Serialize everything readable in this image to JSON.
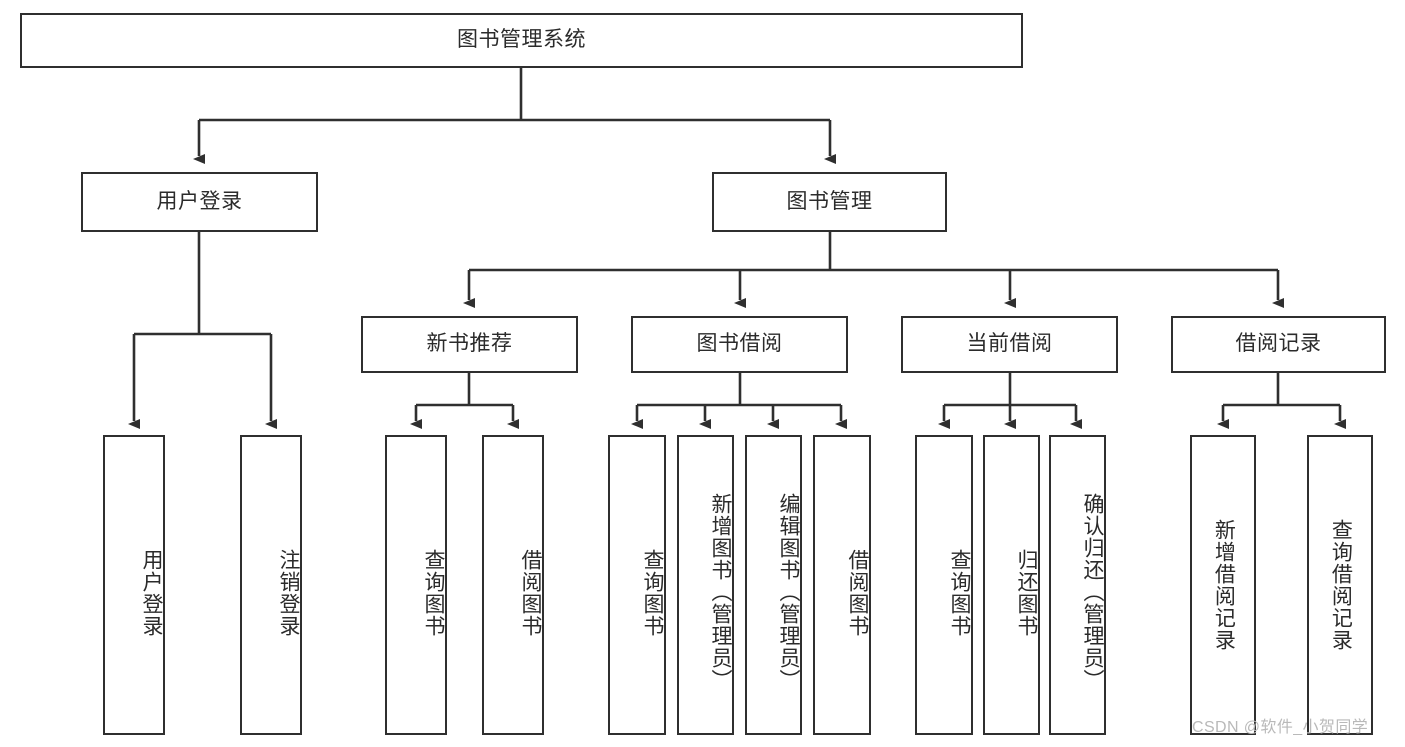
{
  "diagram": {
    "title": "图书管理系统",
    "type": "hierarchy-tree",
    "root": {
      "id": "root",
      "label": "图书管理系统"
    },
    "level1": [
      {
        "id": "user-login",
        "label": "用户登录"
      },
      {
        "id": "book-manage",
        "label": "图书管理"
      }
    ],
    "level2": [
      {
        "id": "new-book-rec",
        "label": "新书推荐",
        "parent": "book-manage"
      },
      {
        "id": "book-borrow",
        "label": "图书借阅",
        "parent": "book-manage"
      },
      {
        "id": "current-borrow",
        "label": "当前借阅",
        "parent": "book-manage"
      },
      {
        "id": "borrow-record",
        "label": "借阅记录",
        "parent": "book-manage"
      }
    ],
    "leaves": [
      {
        "id": "leaf-user-login",
        "label": "用户登录",
        "parent": "user-login"
      },
      {
        "id": "leaf-logout-login",
        "label": "注销登录",
        "parent": "user-login"
      },
      {
        "id": "leaf-query-book-1",
        "label": "查询图书",
        "parent": "new-book-rec"
      },
      {
        "id": "leaf-borrow-book-1",
        "label": "借阅图书",
        "parent": "new-book-rec"
      },
      {
        "id": "leaf-query-book-2",
        "label": "查询图书",
        "parent": "book-borrow"
      },
      {
        "id": "leaf-add-book",
        "label": "新增图书（管理员）",
        "parent": "book-borrow"
      },
      {
        "id": "leaf-edit-book",
        "label": "编辑图书（管理员）",
        "parent": "book-borrow"
      },
      {
        "id": "leaf-borrow-book-2",
        "label": "借阅图书",
        "parent": "book-borrow"
      },
      {
        "id": "leaf-query-book-3",
        "label": "查询图书",
        "parent": "current-borrow"
      },
      {
        "id": "leaf-return-book",
        "label": "归还图书",
        "parent": "current-borrow"
      },
      {
        "id": "leaf-confirm-return",
        "label": "确认归还（管理员）",
        "parent": "current-borrow"
      },
      {
        "id": "leaf-add-record",
        "label": "新增借阅记录",
        "parent": "borrow-record"
      },
      {
        "id": "leaf-query-record",
        "label": "查询借阅记录",
        "parent": "borrow-record"
      }
    ],
    "watermark": "CSDN @软件_小贺同学",
    "colors": {
      "stroke": "#2f2f2f",
      "text": "#2b2b2b",
      "background": "#ffffff",
      "watermark": "#b9b9b9"
    }
  }
}
